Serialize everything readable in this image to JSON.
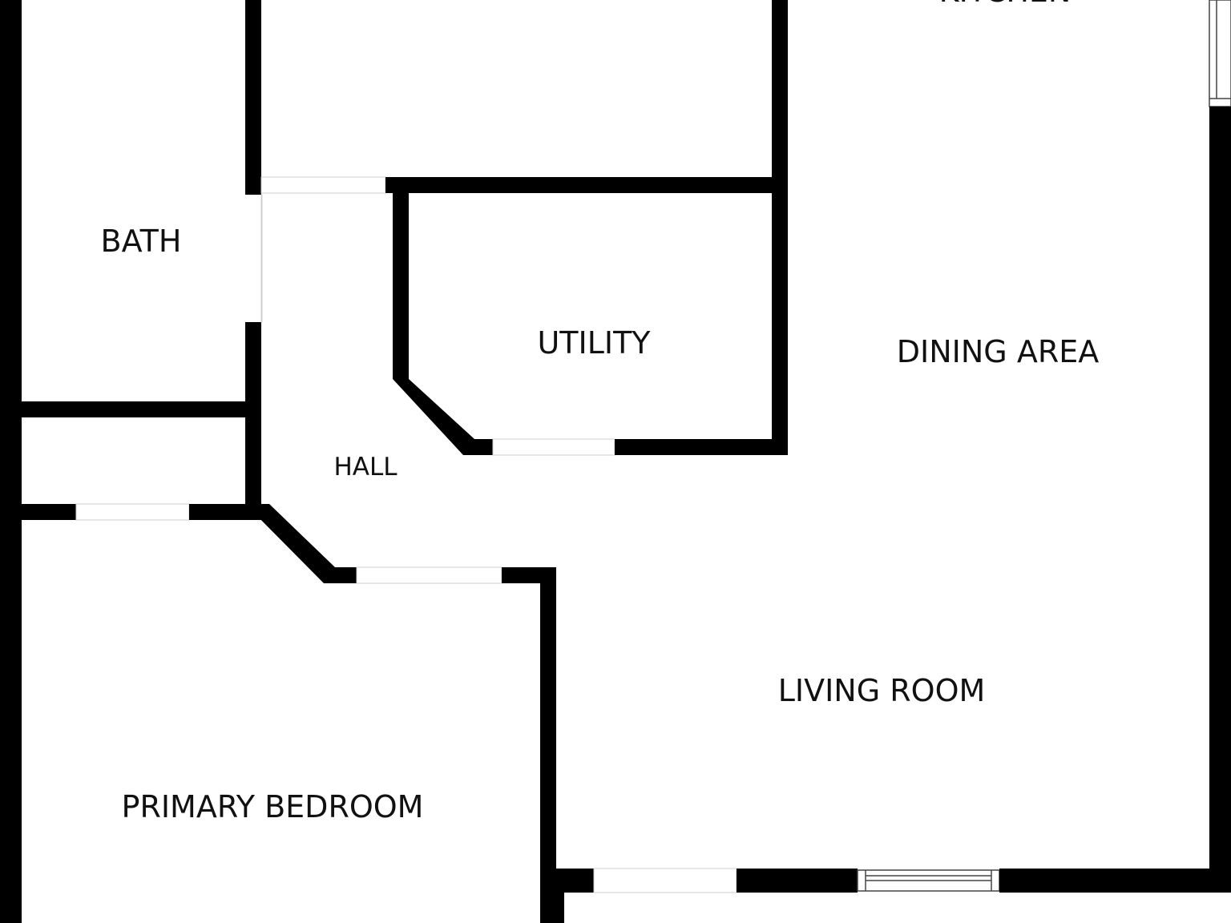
{
  "rooms": {
    "kitchen": "KITCHEN",
    "bath": "BATH",
    "utility": "UTILITY",
    "dining_area": "DINING AREA",
    "hall": "HALL",
    "living_room": "LIVING ROOM",
    "primary_bedroom": "PRIMARY BEDROOM"
  },
  "colors": {
    "wall": "#000000",
    "floor": "#ffffff",
    "label": "#111111"
  }
}
